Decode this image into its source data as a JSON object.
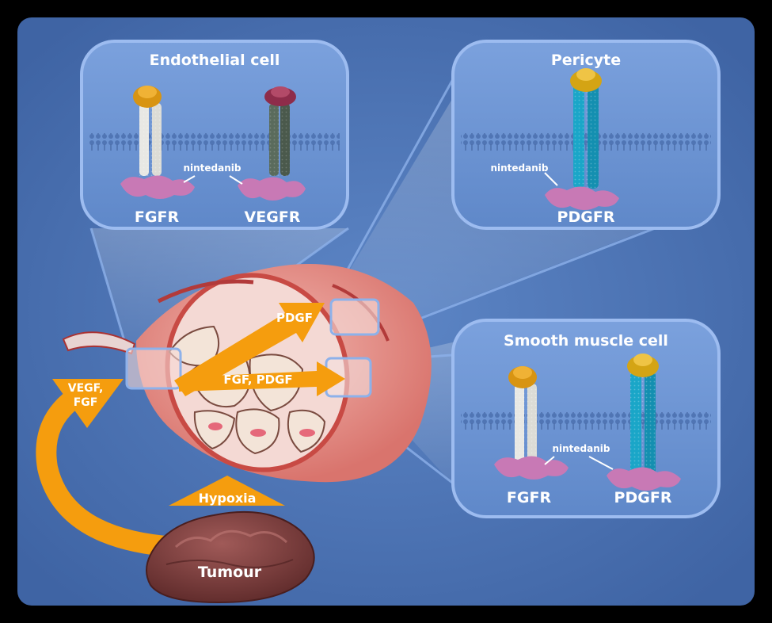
{
  "panels": {
    "endothelial": {
      "title": "Endothelial cell",
      "drug_label": "nintedanib",
      "receptors": [
        "FGFR",
        "VEGFR"
      ]
    },
    "pericyte": {
      "title": "Pericyte",
      "drug_label": "nintedanib",
      "receptors": [
        "PDGFR"
      ]
    },
    "smooth_muscle": {
      "title": "Smooth muscle cell",
      "drug_label": "nintedanib",
      "receptors": [
        "FGFR",
        "PDGFR"
      ]
    }
  },
  "arrows": {
    "pdgf": "PDGF",
    "fgf_pdgf": "FGF, PDGF",
    "vegf_fgf_line1": "VEGF,",
    "vegf_fgf_line2": "FGF",
    "hypoxia": "Hypoxia"
  },
  "tumour_label": "Tumour",
  "colors": {
    "background": "#4f78b8",
    "panel_fill": "#6b93d2",
    "panel_border": "#8db1ea",
    "arrow": "#f59d0e",
    "fgfr_receptor": "#e8e8e4",
    "vegfr_receptor": "#4f5e52",
    "pdgfr_receptor": "#1aa6c8",
    "kinase_domain": "#c879b5",
    "ligand_fgf": "#d89412",
    "ligand_vegf": "#8e2c4a",
    "tumour": "#7a3a3a"
  }
}
